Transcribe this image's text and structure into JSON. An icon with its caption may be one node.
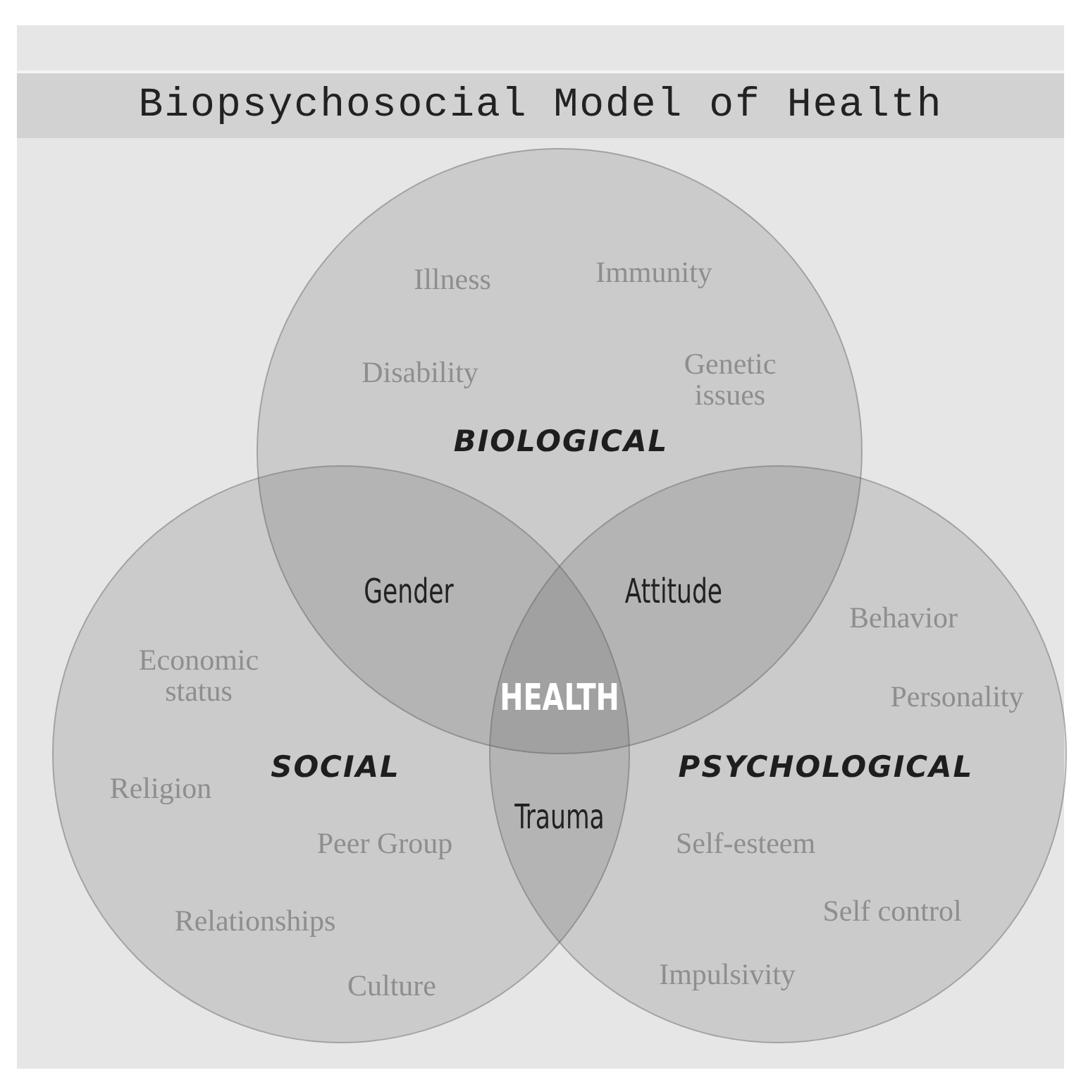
{
  "diagram": {
    "title": "Biopsychosocial Model of Health",
    "nodes": [
      {
        "text": [
          "Illness",
          "Immunity",
          "Disability",
          "Genetic issues",
          "BIOLOGICAL"
        ]
      },
      {
        "text": [
          "Economic status",
          "Religion",
          "SOCIAL",
          "Peer Group",
          "Relationships",
          "Culture"
        ]
      },
      {
        "text": [
          "Behavior",
          "Personality",
          "PSYCHOLOGICAL",
          "Self-esteem",
          "Self control",
          "Impulsivity"
        ]
      }
    ],
    "edges": [],
    "labels": [
      "Gender",
      "Attitude",
      "HEALTH",
      "Trauma"
    ]
  }
}
